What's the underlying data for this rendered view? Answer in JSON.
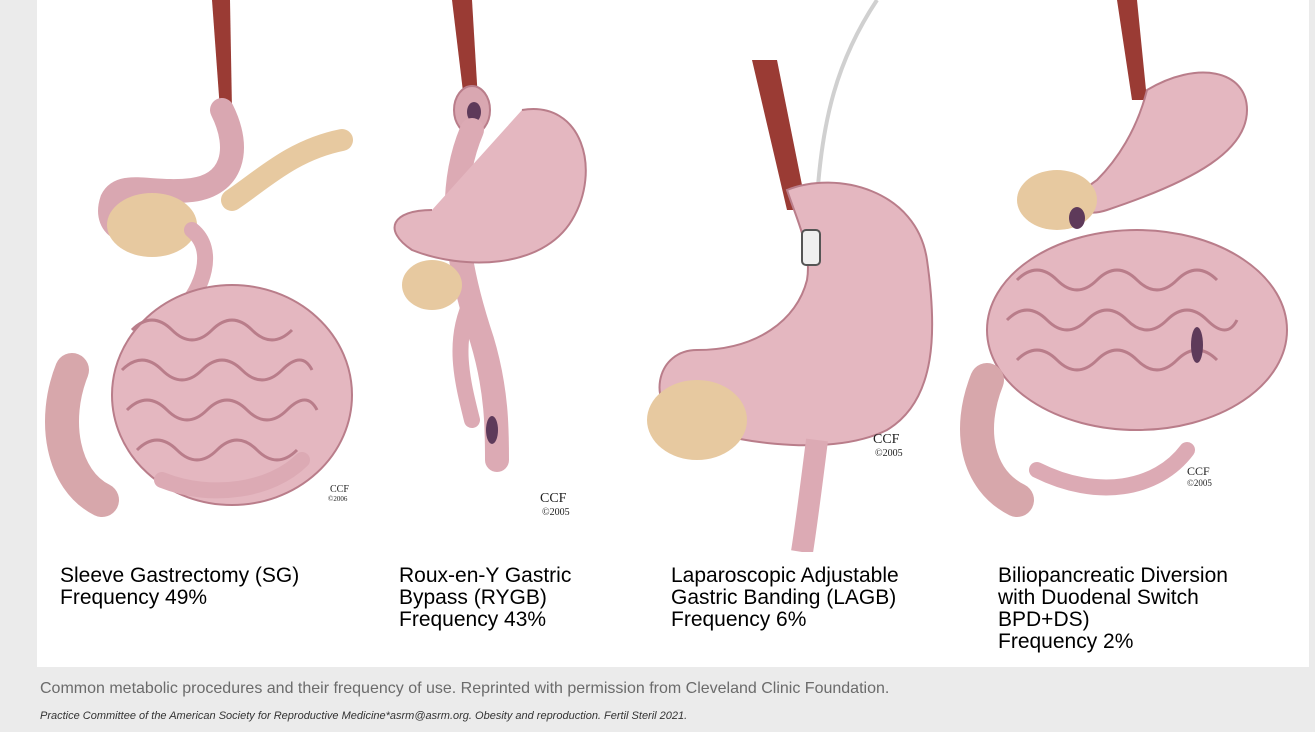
{
  "figure": {
    "panels": [
      {
        "id": "sg",
        "label_lines": [
          "Sleeve Gastrectomy (SG)",
          "Frequency 49%"
        ],
        "copyright": [
          "CCF",
          "©2006"
        ]
      },
      {
        "id": "rygb",
        "label_lines": [
          "Roux-en-Y Gastric",
          "Bypass (RYGB)",
          "Frequency 43%"
        ],
        "copyright": [
          "CCF",
          "©2005"
        ]
      },
      {
        "id": "lagb",
        "label_lines": [
          "Laparoscopic Adjustable",
          "Gastric Banding (LAGB)",
          "Frequency 6%"
        ],
        "copyright": [
          "CCF",
          "©2005"
        ]
      },
      {
        "id": "bpdds",
        "label_lines": [
          "Biliopancreatic Diversion",
          "with Duodenal Switch",
          "BPD+DS)",
          "Frequency 2%"
        ],
        "copyright": [
          "CCF",
          "©2005"
        ]
      }
    ]
  },
  "caption": "Common metabolic procedures and their frequency of use. Reprinted with permission from Cleveland Clinic Foundation.",
  "reference": "Practice Committee of the American Society for Reproductive Medicine*asrm@asrm.org. Obesity and reproduction. Fertil Steril 2021.",
  "colors": {
    "tissue": "#e0b2bb",
    "tissue_dark": "#b97d8a",
    "pancreas": "#e7c9a0",
    "esophagus": "#9a3b34",
    "colon": "#d7a7ab"
  }
}
